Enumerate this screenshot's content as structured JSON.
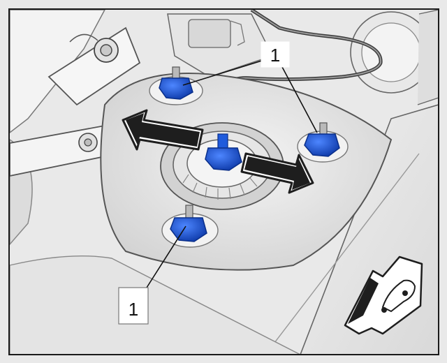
{
  "callouts": [
    {
      "id": "top",
      "label": "1"
    },
    {
      "id": "bottom",
      "label": "1"
    }
  ],
  "colors": {
    "background": "#ffffff",
    "frame": "#1a1a1a",
    "part_light": "#ececec",
    "part_mid": "#d6d6d6",
    "part_dark": "#a9a9a9",
    "line": "#555555",
    "nut_blue": "#1f5bdc",
    "nut_blue_dark": "#0e3aa6",
    "arrow_dark": "#1e1e1e"
  },
  "icons": {
    "direction": "car-travel-direction-icon"
  }
}
